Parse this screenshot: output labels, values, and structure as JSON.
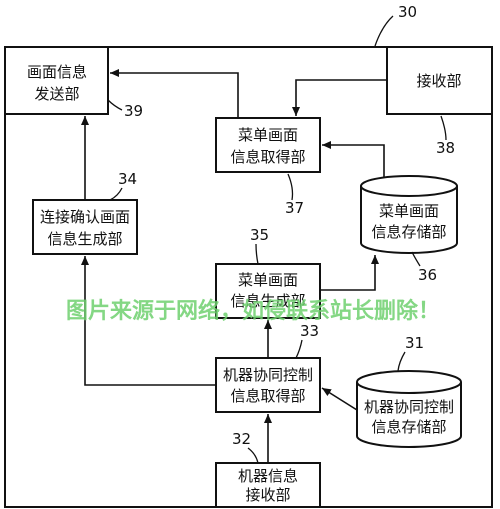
{
  "diagram": {
    "device_ref": "30",
    "blocks": {
      "screen_info_send": {
        "line1": "画面信息",
        "line2": "发送部",
        "ref": "39"
      },
      "receiver": {
        "line1": "接收部",
        "ref": "38"
      },
      "menu_screen_acquire": {
        "line1": "菜单画面",
        "line2": "信息取得部",
        "ref": "37"
      },
      "connection_confirm_gen": {
        "line1": "连接确认画面",
        "line2": "信息生成部",
        "ref": "34"
      },
      "menu_screen_store": {
        "line1": "菜单画面",
        "line2": "信息存储部",
        "ref": "36"
      },
      "menu_screen_gen": {
        "line1": "菜单画面",
        "line2": "信息生成部",
        "ref": "35"
      },
      "coop_control_acquire": {
        "line1": "机器协同控制",
        "line2": "信息取得部",
        "ref": "33"
      },
      "coop_control_store": {
        "line1": "机器协同控制",
        "line2": "信息存储部",
        "ref": "31"
      },
      "device_info_receive": {
        "line1": "机器信息",
        "line2": "接收部",
        "ref": "32"
      }
    },
    "watermark": "图片来源于网络，如侵联系站长删除！",
    "colors": {
      "ink": "#111111",
      "watermark": "#6fd06f"
    }
  }
}
